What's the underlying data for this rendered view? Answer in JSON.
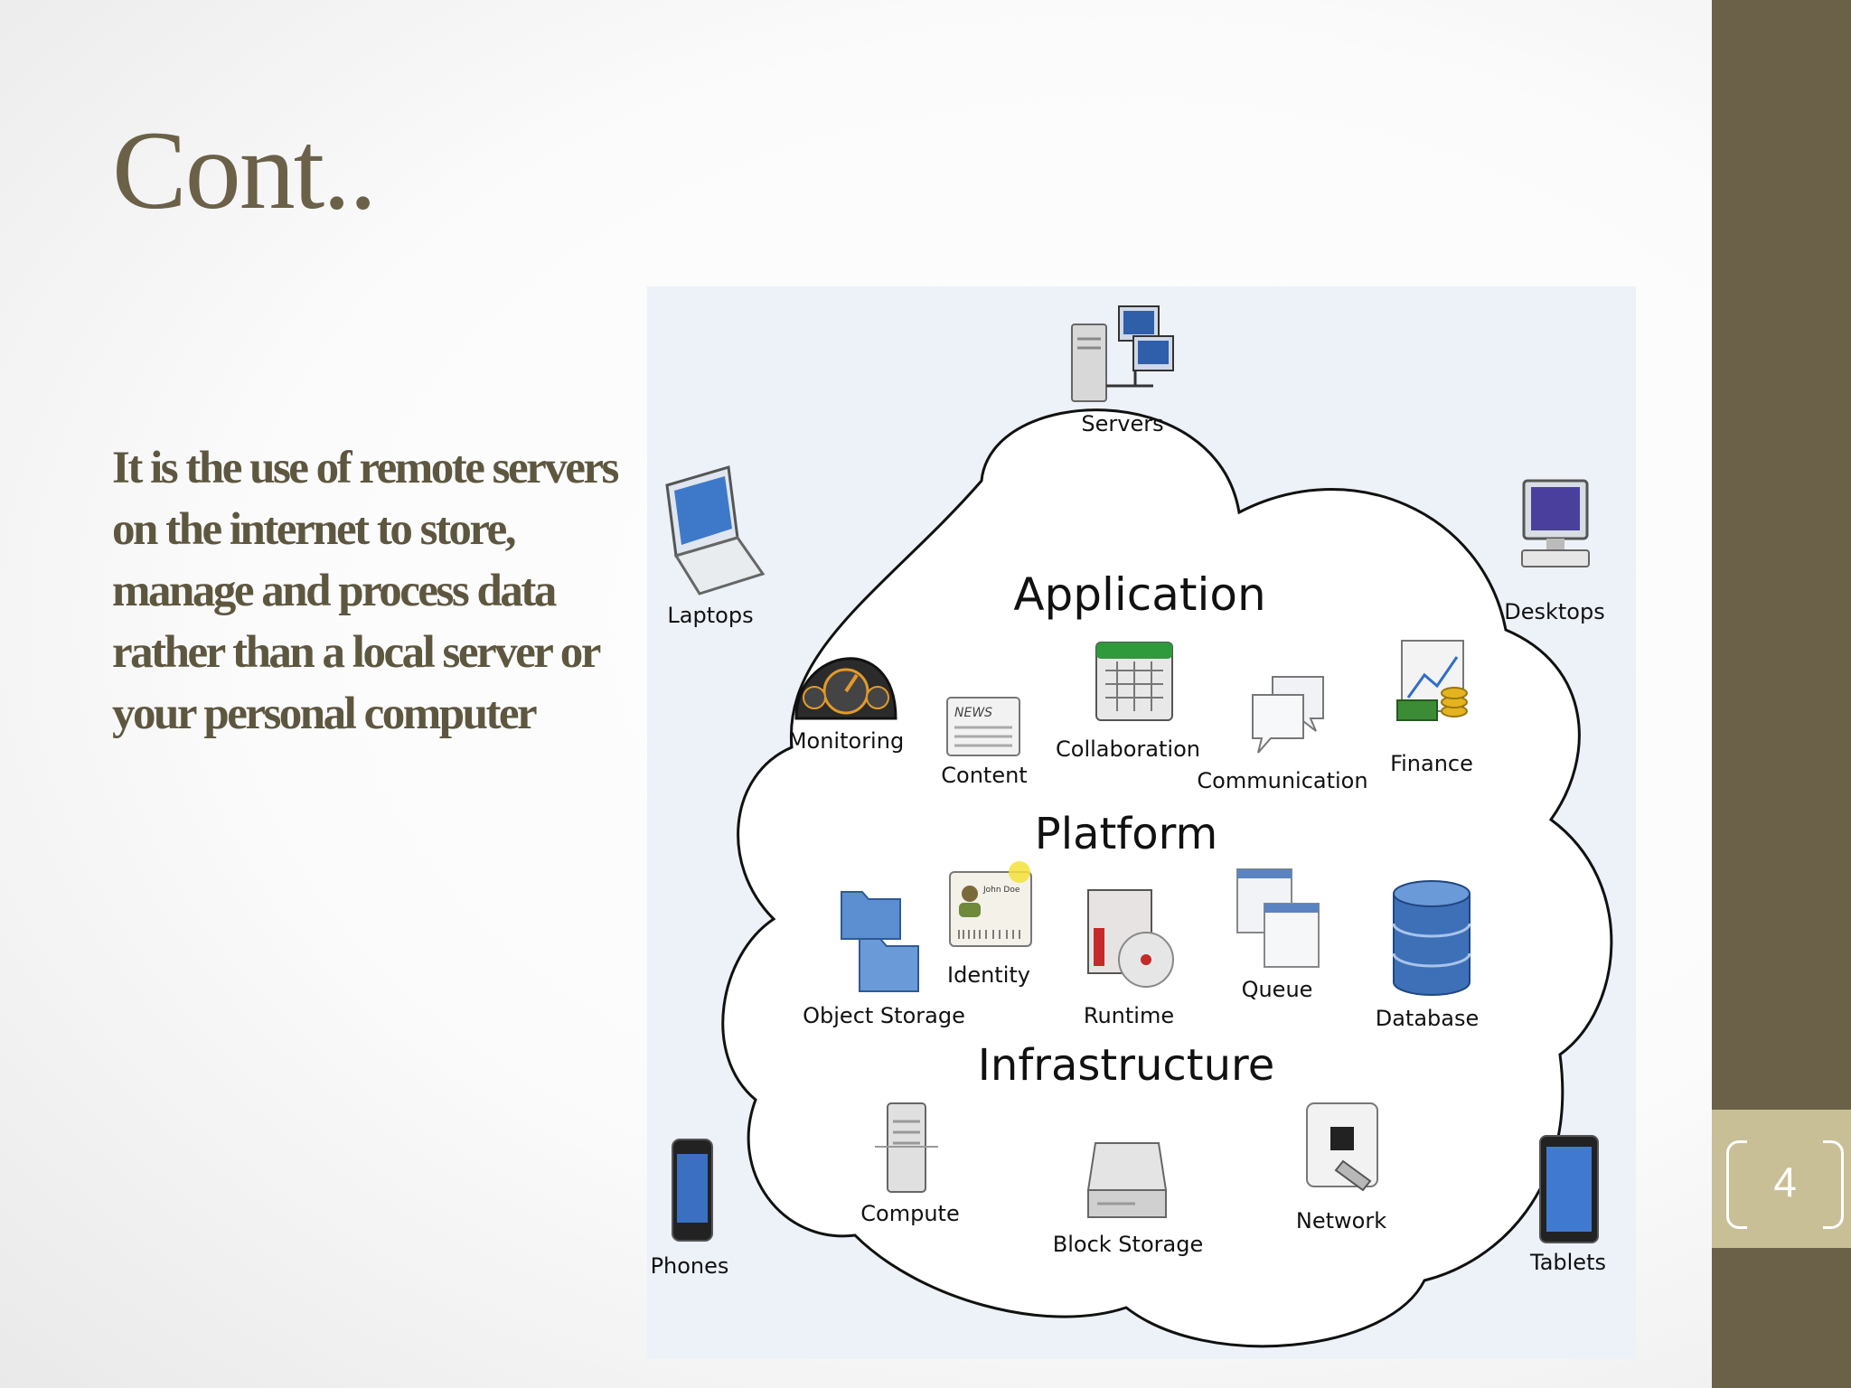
{
  "slide": {
    "title": "Cont..",
    "body": "It is the use of remote servers on the internet to store, manage and process data rather than a local server or your personal computer",
    "page_number": "4"
  },
  "diagram": {
    "devices": {
      "servers": "Servers",
      "laptops": "Laptops",
      "desktops": "Desktops",
      "phones": "Phones",
      "tablets": "Tablets"
    },
    "layers": {
      "application": "Application",
      "platform": "Platform",
      "infrastructure": "Infrastructure"
    },
    "application_items": {
      "monitoring": "Monitoring",
      "content": "Content",
      "collaboration": "Collaboration",
      "communication": "Communication",
      "finance": "Finance"
    },
    "platform_items": {
      "object_storage": "Object Storage",
      "identity": "Identity",
      "runtime": "Runtime",
      "queue": "Queue",
      "database": "Database"
    },
    "infrastructure_items": {
      "compute": "Compute",
      "block_storage": "Block Storage",
      "network": "Network"
    },
    "icon_text": {
      "news": "NEWS",
      "john_doe": "John Doe"
    }
  },
  "colors": {
    "title": "#6b6148",
    "sidebar": "#6b6148",
    "page_tab": "#c8bf97",
    "diagram_bg": "#edf1f8"
  }
}
